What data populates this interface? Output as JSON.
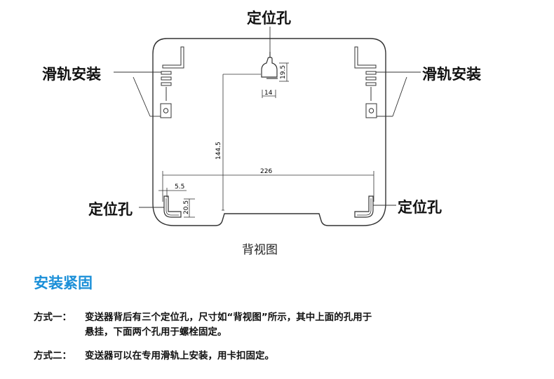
{
  "diagram": {
    "callouts": {
      "top_hole": "定位孔",
      "left_rail": "滑轨安装",
      "right_rail": "滑轨安装",
      "bottom_left_hole": "定位孔",
      "bottom_right_hole": "定位孔"
    },
    "dimensions": {
      "width_226": "226",
      "height_144_5": "144.5",
      "offset_5_5": "5.5",
      "hole_d_19_5": "19.5",
      "hole_w_14": "14",
      "hole_d_20_5": "20.5"
    },
    "caption": "背视图"
  },
  "section": {
    "title": "安装紧固",
    "method1_label": "方式一：",
    "method1_line1": "变送器背后有三个定位孔，尺寸如“背视图”所示，其中上面的孔用于",
    "method1_line2": "悬挂，下面两个孔用于螺栓固定。",
    "method2_label": "方式二：",
    "method2_text": "变送器可以在专用滑轨上安装，用卡扣固定。"
  }
}
